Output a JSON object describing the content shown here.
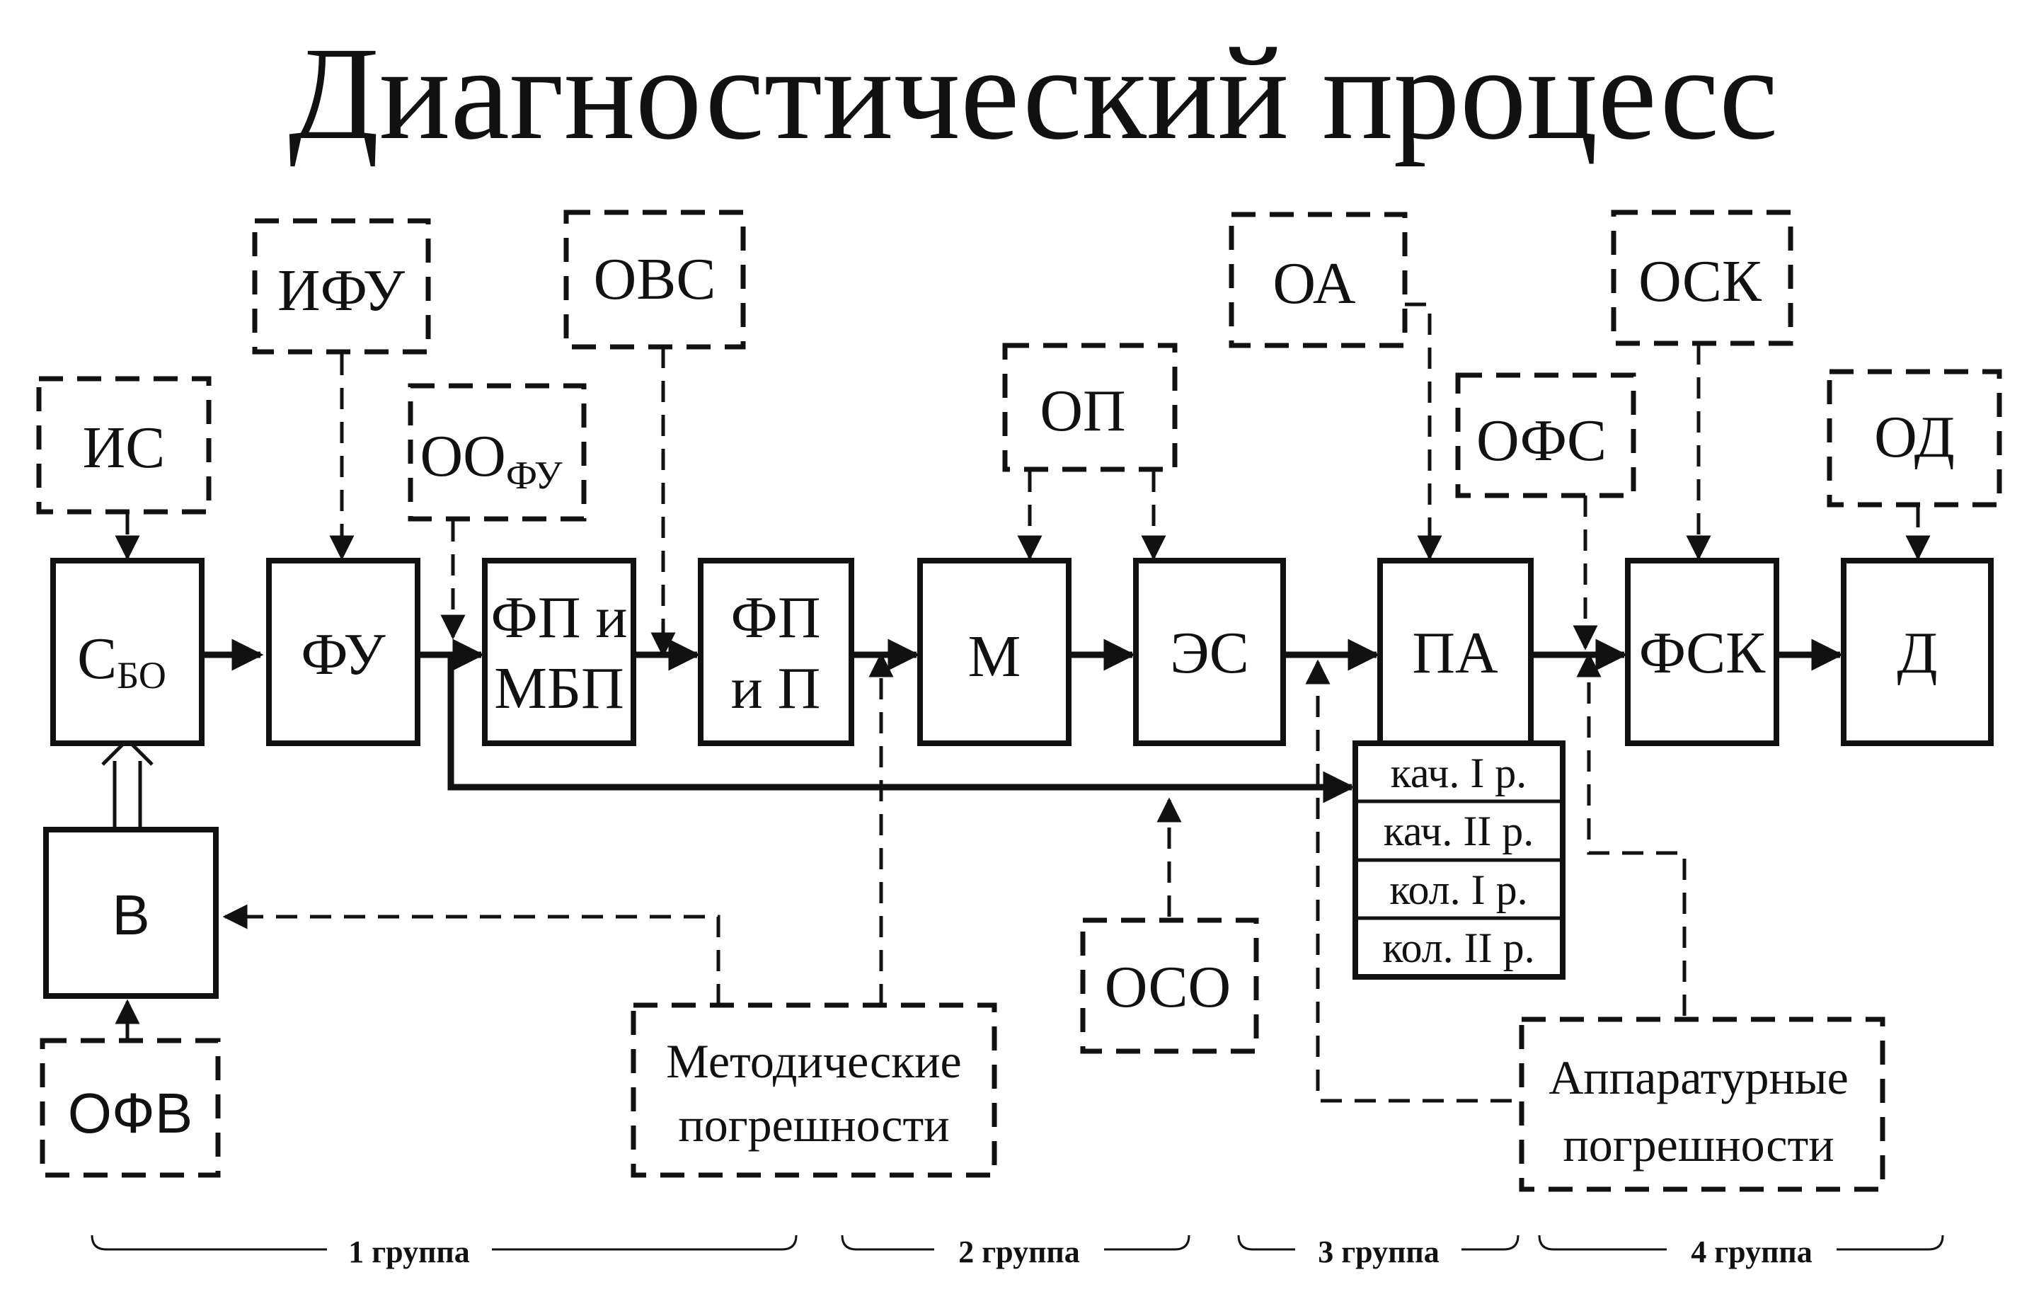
{
  "title": "Диагностический процесс",
  "blocks": {
    "sbo_main": "С",
    "sbo_sub": "БО",
    "fu": "ФУ",
    "fp_mbp_line1": "ФП и",
    "fp_mbp_line2": "МБП",
    "fp_p_line1": "ФП",
    "fp_p_line2": "и П",
    "m": "М",
    "es": "ЭС",
    "pa": "ПА",
    "fsk": "ФСК",
    "d": "Д",
    "v": "В"
  },
  "error_sources": {
    "is": "ИС",
    "ifu": "ИФУ",
    "oo_main": "ОО",
    "oo_sub": "ФУ",
    "ovs": "ОВС",
    "op": "ОП",
    "oa": "ОА",
    "ofs": "ОФС",
    "osk": "ОСК",
    "od": "ОД",
    "ofv": "ОФВ",
    "oso": "ОСО",
    "method_line1": "Методические",
    "method_line2": "погрешности",
    "hw_line1": "Аппаратурные",
    "hw_line2": "погрешности"
  },
  "pa_table": [
    "кач. I р.",
    "кач. II р.",
    "кол. I р.",
    "кол. II р."
  ],
  "groups": [
    "1 группа",
    "2 группа",
    "3 группа",
    "4 группа"
  ]
}
